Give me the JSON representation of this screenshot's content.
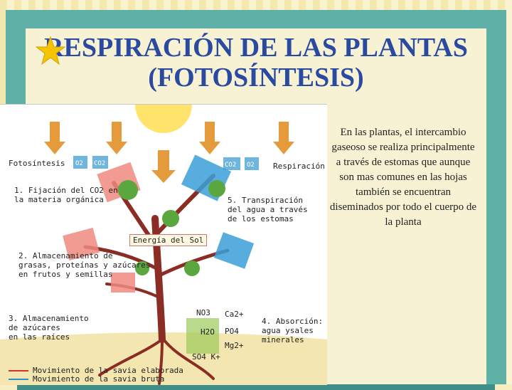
{
  "title": {
    "line1": "RESPIRACIÓN DE LAS PLANTAS",
    "line2": "(FOTOSÍNTESIS)"
  },
  "side_text": "En las plantas, el intercambio gaseoso se realiza principalmente a través de estomas que aunque son mas comunes en las hojas también se encuentran diseminados por todo el cuerpo de la planta",
  "diagram": {
    "sun_label": "Energía del Sol",
    "fotosintesis": "Fotosíntesis",
    "respiracion": "Respiración",
    "step1": "1. Fijación del CO2 en\nla materia orgánica",
    "step2": "2. Almacenamiento de\ngrasas, proteínas y azúcares\nen frutos y semillas",
    "step3": "3. Almacenamiento\nde azúcares\nen las raíces",
    "step4": "4. Absorción:\nagua ysales\nminerales",
    "step5": "5. Transpiración\ndel agua a través\nde los estomas",
    "gas_o2_left": "O2",
    "gas_co2_left": "CO2",
    "gas_co2_right": "CO2",
    "gas_o2_right": "O2",
    "ion_no3": "NO3",
    "ion_ca": "Ca2+",
    "ion_h2o": "H2O",
    "ion_po4": "PO4",
    "ion_mg": "Mg2+",
    "ion_so4k": "SO4 K+",
    "legend_red": "Movimiento de la savia elaborada",
    "legend_blue": "Movimiento de la savia bruta"
  },
  "colors": {
    "title": "#2a4aa2",
    "frame": "#5fb0a6",
    "star": "#f5c400",
    "savia_elaborada": "#d0312d",
    "savia_bruta": "#2f8fd0"
  }
}
